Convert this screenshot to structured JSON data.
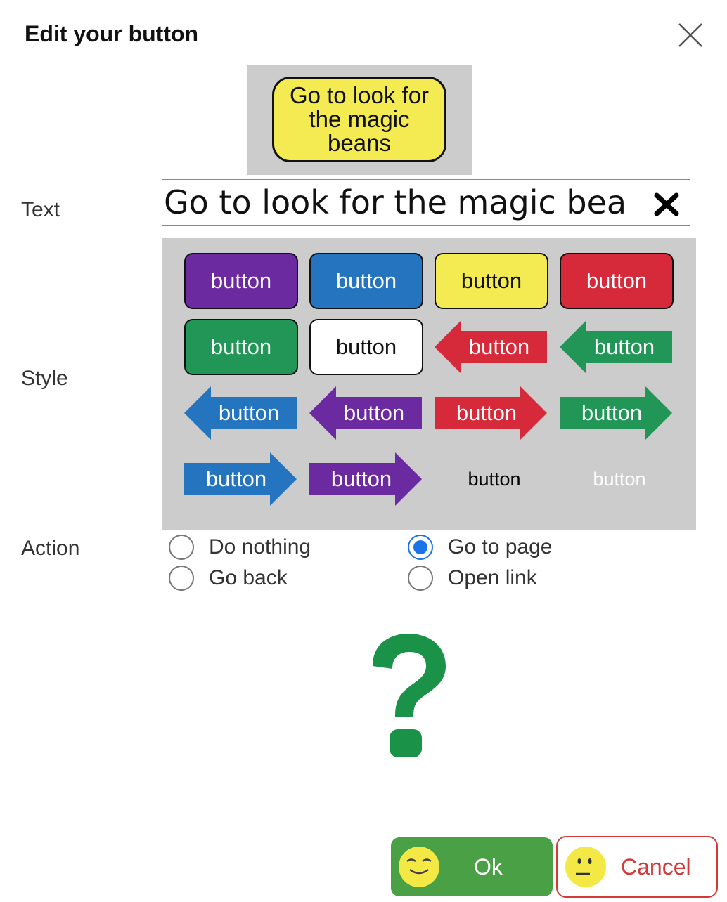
{
  "dialog": {
    "title": "Edit your button"
  },
  "preview": {
    "text": "Go to look for the magic beans",
    "color": "#f4ea52"
  },
  "text_field": {
    "label": "Text",
    "value": "Go to look for the magic bea"
  },
  "style": {
    "label": "Style",
    "options": [
      {
        "label": "button",
        "shape": "rounded",
        "color": "#6b2aa0"
      },
      {
        "label": "button",
        "shape": "rounded",
        "color": "#2474c0"
      },
      {
        "label": "button",
        "shape": "rounded",
        "color": "#f4ea52"
      },
      {
        "label": "button",
        "shape": "rounded",
        "color": "#d62a3a"
      },
      {
        "label": "button",
        "shape": "rounded",
        "color": "#219656"
      },
      {
        "label": "button",
        "shape": "rounded",
        "color": "#ffffff"
      },
      {
        "label": "button",
        "shape": "arrow-left",
        "color": "#d62a3a"
      },
      {
        "label": "button",
        "shape": "arrow-left",
        "color": "#219656"
      },
      {
        "label": "button",
        "shape": "arrow-left",
        "color": "#2474c0"
      },
      {
        "label": "button",
        "shape": "arrow-left",
        "color": "#6b2aa0"
      },
      {
        "label": "button",
        "shape": "arrow-right",
        "color": "#d62a3a"
      },
      {
        "label": "button",
        "shape": "arrow-right",
        "color": "#219656"
      },
      {
        "label": "button",
        "shape": "arrow-right",
        "color": "#2474c0"
      },
      {
        "label": "button",
        "shape": "arrow-right",
        "color": "#6b2aa0"
      },
      {
        "label": "button",
        "shape": "plain",
        "color": "#000000"
      },
      {
        "label": "button",
        "shape": "plain",
        "color": "#ffffff"
      }
    ]
  },
  "action": {
    "label": "Action",
    "options": [
      {
        "label": "Do nothing",
        "checked": false
      },
      {
        "label": "Go to page",
        "checked": true
      },
      {
        "label": "Go back",
        "checked": false
      },
      {
        "label": "Open link",
        "checked": false
      }
    ]
  },
  "target_page_icon": "question-mark-icon",
  "footer": {
    "ok_label": "Ok",
    "cancel_label": "Cancel",
    "ok_color": "#4aa044",
    "cancel_color": "#d23a3a"
  }
}
